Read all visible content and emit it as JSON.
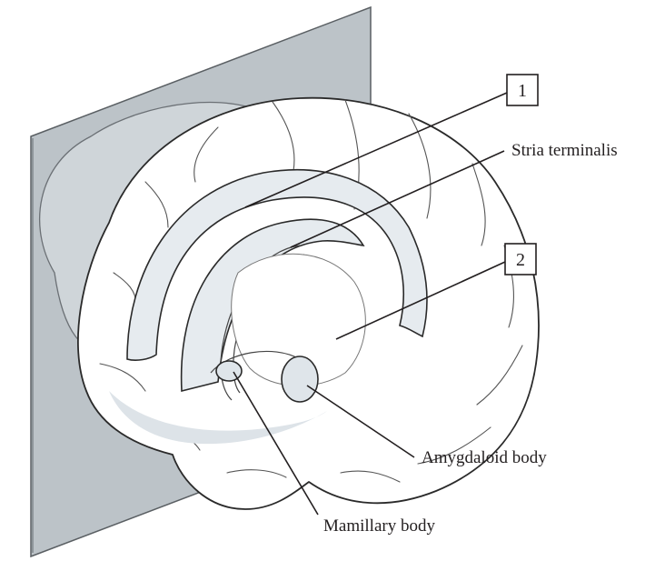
{
  "figure": {
    "labels": {
      "callout_1": "1",
      "callout_2": "2",
      "stria_terminalis": "Stria terminalis",
      "amygdaloid_body": "Amygdaloid body",
      "mamillary_body": "Mamillary body"
    }
  },
  "colors": {
    "plane": "#bcc3c8",
    "plane_edge": "#5a5f63",
    "limbic_fill": "#e6ebef",
    "line": "#231f20"
  }
}
